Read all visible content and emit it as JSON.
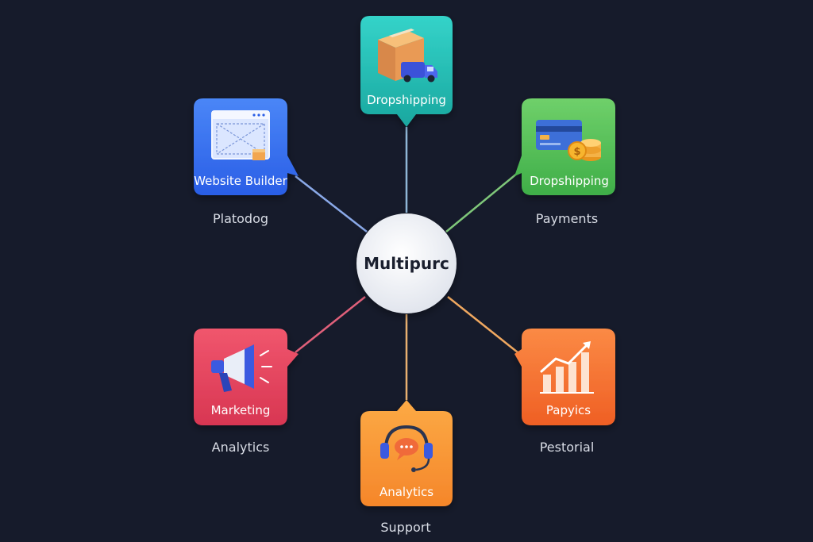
{
  "hub": {
    "label": "Multipurc"
  },
  "nodes": [
    {
      "id": "top",
      "label": "Dropshipping",
      "caption": "",
      "icon": "package-truck-icon",
      "color_from": "#34d3c9",
      "color_to": "#1aa79f"
    },
    {
      "id": "upper-left",
      "label": "Website Builder",
      "caption": "Platodog",
      "icon": "website-wireframe-icon",
      "color_from": "#4a86f7",
      "color_to": "#2a5ee6"
    },
    {
      "id": "upper-right",
      "label": "Dropshipping",
      "caption": "Payments",
      "icon": "card-coins-icon",
      "color_from": "#6fd06a",
      "color_to": "#3fae48"
    },
    {
      "id": "lower-left",
      "label": "Marketing",
      "caption": "Analytics",
      "icon": "megaphone-icon",
      "color_from": "#f0566d",
      "color_to": "#d83652"
    },
    {
      "id": "lower-right",
      "label": "Papyics",
      "caption": "Pestorial",
      "icon": "growth-chart-icon",
      "color_from": "#fb8a45",
      "color_to": "#ef5f24"
    },
    {
      "id": "bottom",
      "label": "Analytics",
      "caption": "Support",
      "icon": "headset-chat-icon",
      "color_from": "#fcaa45",
      "color_to": "#f5862a"
    }
  ],
  "colors": {
    "background": "#161b2b",
    "hub_fill": "#eef0f5",
    "line_top": "#8fb6d6",
    "line_upper_left": "#8aa9e8",
    "line_upper_right": "#7fc77a",
    "line_lower_left": "#e0607a",
    "line_lower_right": "#f0a860",
    "line_bottom": "#e8b070"
  }
}
